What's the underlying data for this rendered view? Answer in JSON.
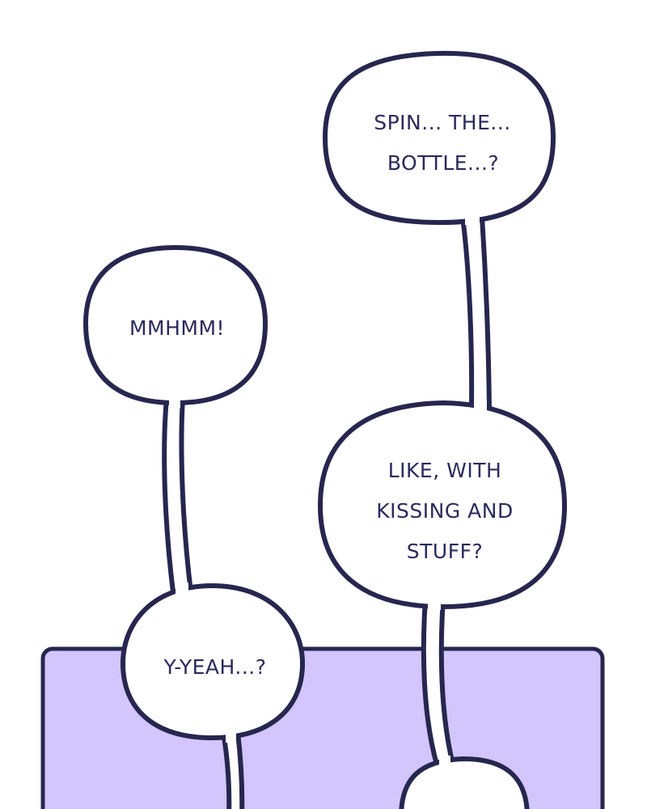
{
  "colors": {
    "background": "#ffffff",
    "panel_fill": "#d2c6fc",
    "ink": "#26264f",
    "bubble_fill": "#ffffff"
  },
  "bubbles": [
    {
      "id": "spin-the-bottle",
      "lines": [
        "SPIN... THE...",
        "BOTTLE...?"
      ]
    },
    {
      "id": "mmhmm",
      "lines": [
        "MMHMM!"
      ]
    },
    {
      "id": "like-with-kissing",
      "lines": [
        "LIKE, WITH",
        "KISSING AND",
        "STUFF?"
      ]
    },
    {
      "id": "y-yeah",
      "lines": [
        "Y-YEAH...?"
      ]
    }
  ]
}
